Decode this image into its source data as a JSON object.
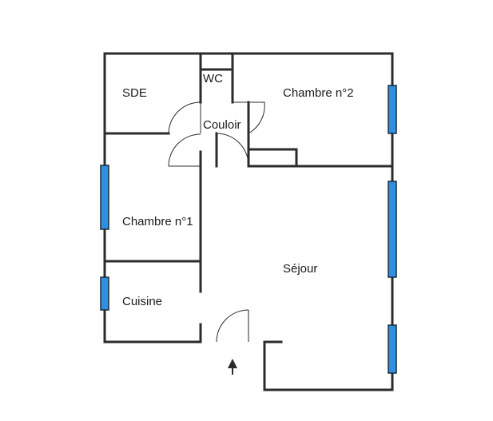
{
  "plan": {
    "rooms": {
      "sde": "SDE",
      "wc": "WC",
      "couloir": "Couloir",
      "chambre2": "Chambre n°2",
      "chambre1": "Chambre n°1",
      "sejour": "Séjour",
      "cuisine": "Cuisine"
    },
    "colors": {
      "wall": "#2b2b2b",
      "window": "#2f8fe0",
      "background": "#ffffff"
    },
    "icons": [
      "entrance-arrow-icon"
    ]
  }
}
